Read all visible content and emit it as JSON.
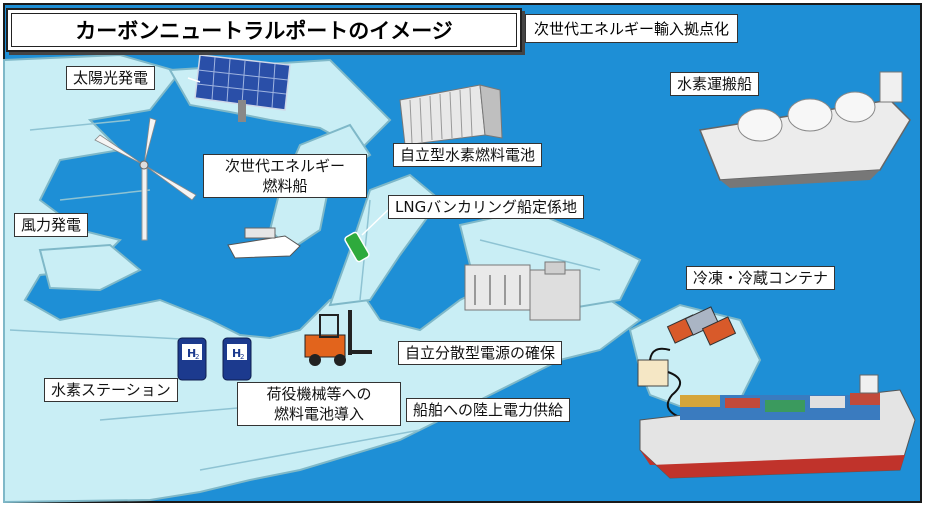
{
  "title": "カーボンニュートラルポートのイメージ",
  "labels": {
    "next_gen_hub": "次世代エネルギー輸入拠点化",
    "solar": "太陽光発電",
    "hydrogen_carrier": "水素運搬船",
    "fuel_cell": "自立型水素燃料電池",
    "next_gen_fuel_ship_line1": "次世代エネルギー",
    "next_gen_fuel_ship_line2": "燃料船",
    "lng_bunkering": "LNGバンカリング船定係地",
    "wind": "風力発電",
    "reefer": "冷凍・冷蔵コンテナ",
    "distributed_power": "自立分散型電源の確保",
    "h2_station": "水素ステーション",
    "cargo_line1": "荷役機械等への",
    "cargo_line2": "燃料電池導入",
    "shore_power": "船舶への陸上電力供給"
  },
  "icons": {
    "h2_pump_text": "H",
    "h2_pump_sub": "2"
  },
  "colors": {
    "sea": "#1e8fd6",
    "land": "#c9eef5",
    "land_stroke": "#7fb8c8",
    "frame": "#1a1a1a"
  }
}
